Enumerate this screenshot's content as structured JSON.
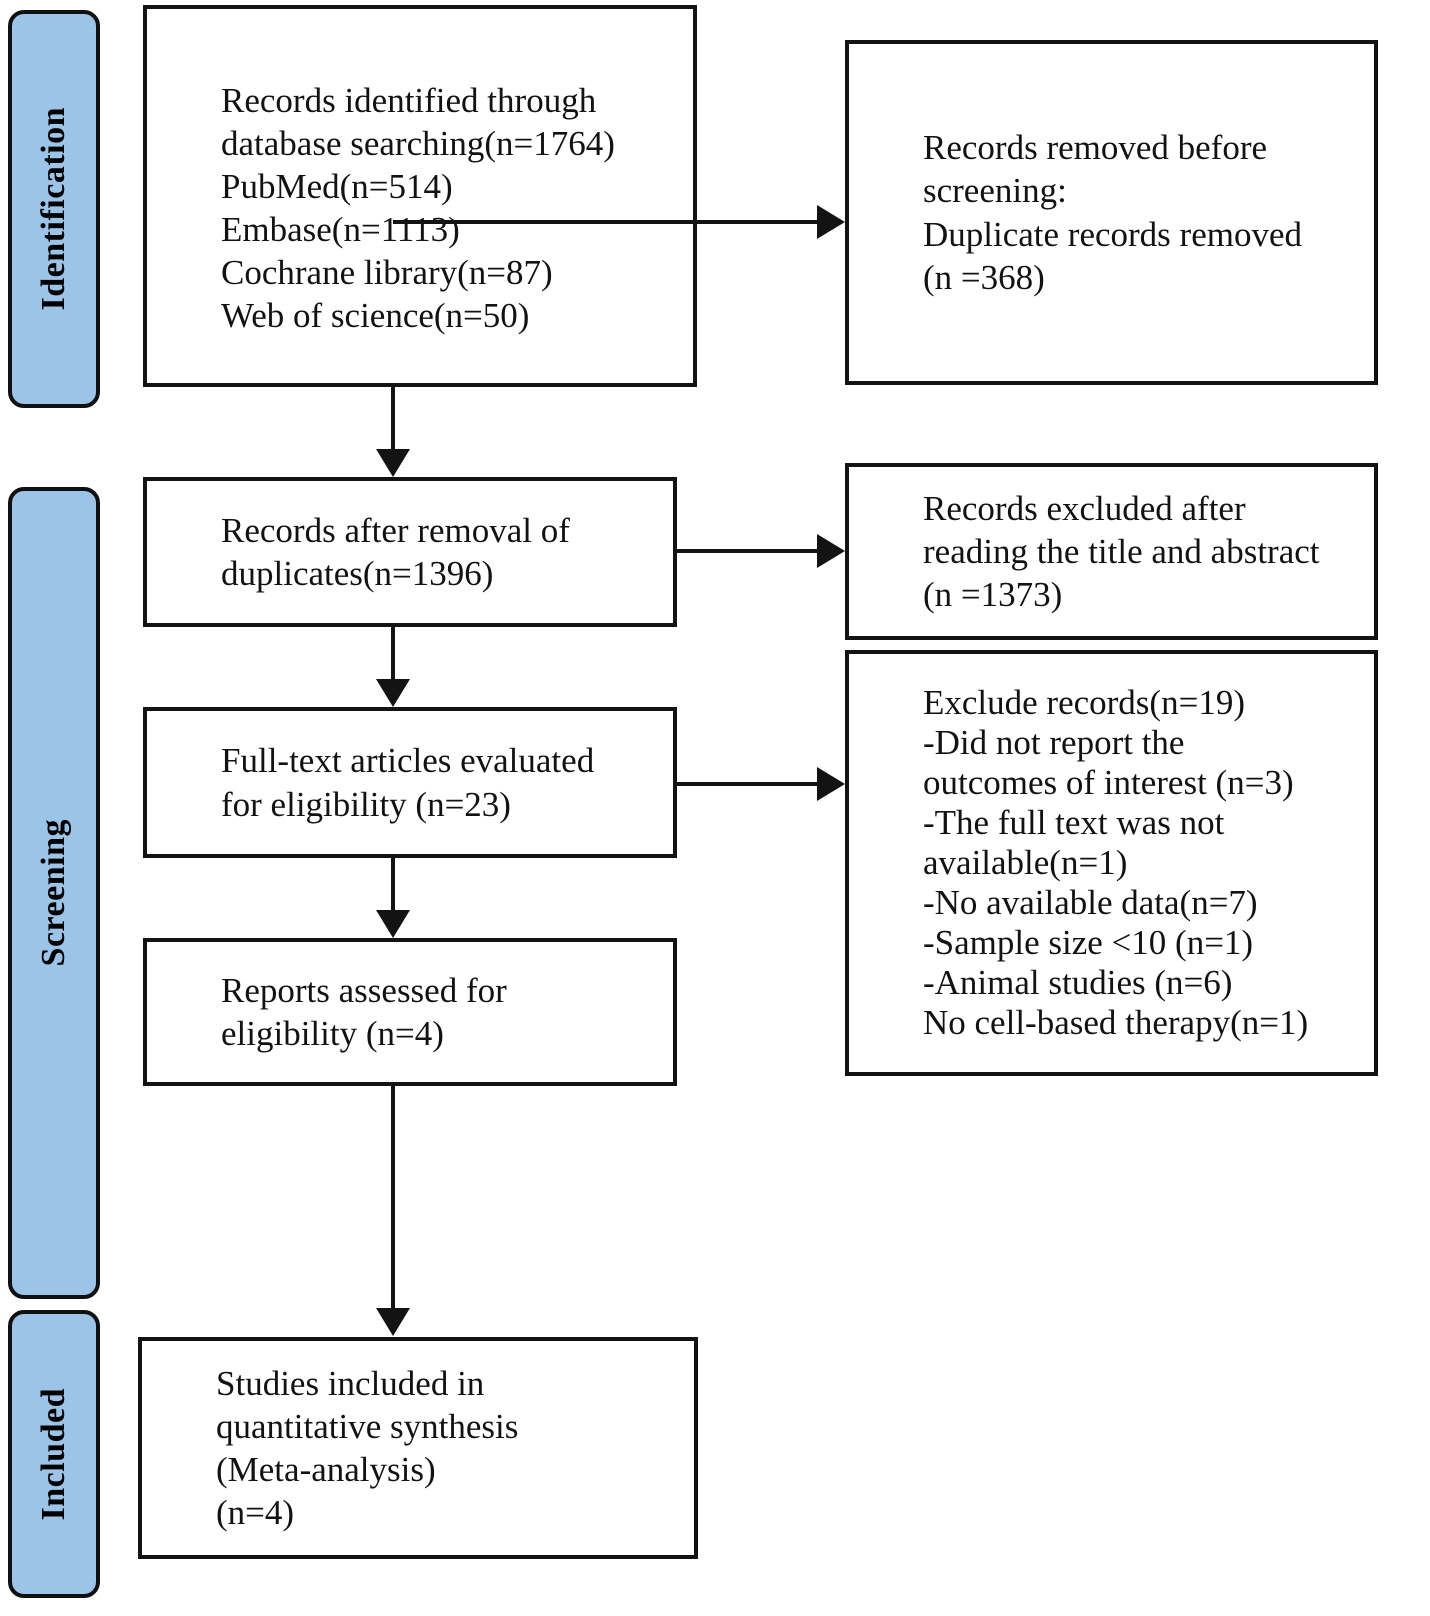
{
  "diagram": {
    "type": "prisma-flow-diagram",
    "accent_color": "#9cc3e8",
    "line_color": "#131313",
    "background_color": "#ffffff"
  },
  "stages": [
    {
      "key": "identification",
      "label": "Identification"
    },
    {
      "key": "screening",
      "label": "Screening"
    },
    {
      "key": "included",
      "label": "Included"
    }
  ],
  "boxes": {
    "identified": {
      "name": "records-identified",
      "text": "Records identified through\ndatabase searching(n=1764)\nPubMed(n=514)\nEmbase(n=1113)\nCochrane library(n=87)\nWeb of science(n=50)"
    },
    "removed_before_screening": {
      "name": "records-removed-before-screening",
      "text": "Records removed before\nscreening:\nDuplicate records removed\n(n =368)"
    },
    "after_duplicates": {
      "name": "records-after-duplicates",
      "text": "Records after removal of\nduplicates(n=1396)"
    },
    "excluded_title_abstract": {
      "name": "records-excluded-title-abstract",
      "text": "Records excluded after\nreading the title and abstract\n(n =1373)"
    },
    "fulltext_evaluated": {
      "name": "fulltext-articles-evaluated",
      "text": "Full-text articles evaluated\nfor eligibility (n=23)"
    },
    "exclude_reasons": {
      "name": "excluded-records-reasons",
      "text": "Exclude records(n=19)\n-Did not report the\noutcomes of interest (n=3)\n-The full text was not\navailable(n=1)\n-No available data(n=7)\n-Sample size <10 (n=1)\n-Animal studies  (n=6)\nNo cell-based therapy(n=1)"
    },
    "reports_assessed": {
      "name": "reports-assessed-eligibility",
      "text": "Reports assessed for\neligibility (n=4)"
    },
    "studies_included": {
      "name": "studies-included-synthesis",
      "text": "Studies included in\nquantitative synthesis\n(Meta-analysis)\n(n=4)"
    }
  },
  "counts": {
    "database_searching_total": 1764,
    "pubmed": 514,
    "embase": 1113,
    "cochrane_library": 87,
    "web_of_science": 50,
    "duplicates_removed": 368,
    "after_duplicates": 1396,
    "excluded_title_abstract": 1373,
    "fulltext_evaluated": 23,
    "excluded_records": 19,
    "no_outcomes_of_interest": 3,
    "full_text_unavailable": 1,
    "no_available_data": 7,
    "sample_size_under_10": 1,
    "animal_studies": 6,
    "no_cell_based_therapy": 1,
    "reports_assessed": 4,
    "studies_included": 4
  }
}
